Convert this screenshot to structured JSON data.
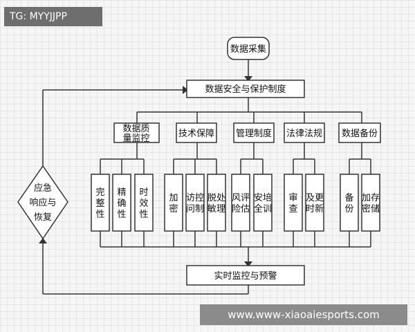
{
  "watermark": {
    "tg_label": "TG: MYYJJPP",
    "url": "www.www-xiaoaiesports.com"
  },
  "flowchart": {
    "start": "数据采集",
    "policy": "数据安全与保护制度",
    "side": [
      "应急",
      "响应与",
      "恢复"
    ],
    "monitor": "实时监控与预警",
    "categories": [
      {
        "label": [
          "数据质",
          "量监控"
        ],
        "items": [
          "完整性",
          "精确性",
          "时效性"
        ]
      },
      {
        "label": [
          "技术保障"
        ],
        "items": [
          "加密",
          "访问控制",
          "脱敏处理"
        ]
      },
      {
        "label": [
          "管理制度"
        ],
        "items": [
          "风险评估",
          "安全培训"
        ]
      },
      {
        "label": [
          "法律法规"
        ],
        "items": [
          "审查",
          "及时更新"
        ]
      },
      {
        "label": [
          "数据备份"
        ],
        "items": [
          "备份",
          "加密存储"
        ]
      }
    ]
  },
  "colors": {
    "stroke": "#333333",
    "background": "#f6f6f6",
    "banner": "#8b8b8b",
    "badge": "#6e6e6e"
  }
}
